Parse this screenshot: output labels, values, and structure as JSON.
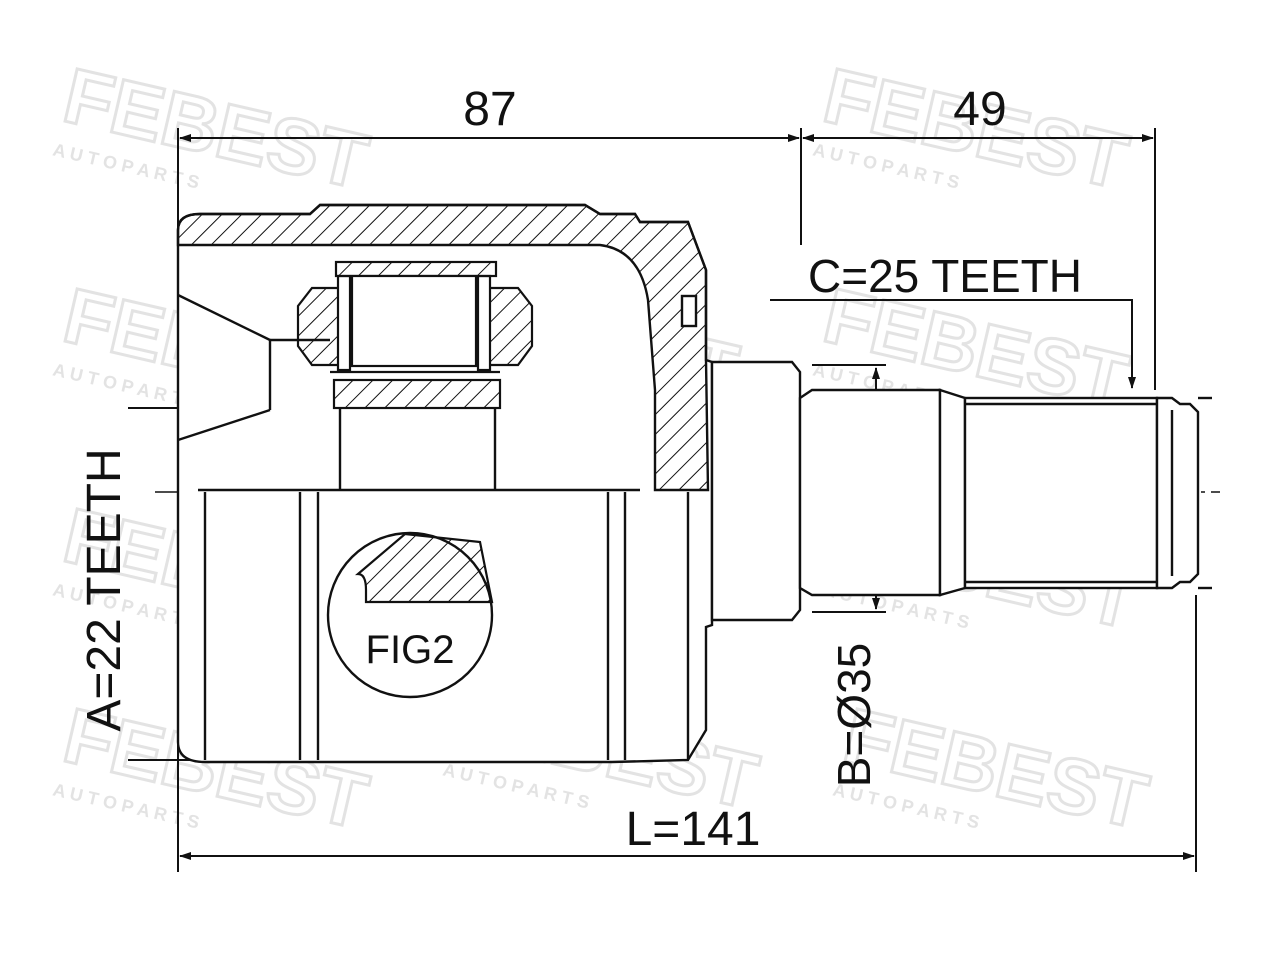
{
  "watermark": {
    "brand": "FEBEST",
    "tagline": "A U T O   P A R T S",
    "color": "#e3e3e3"
  },
  "dimensions": {
    "housing_length": "87",
    "stub_length": "49",
    "total_length": "L=141",
    "outer_spline": "C=25 TEETH",
    "inner_spline": "A=22 TEETH",
    "seal_diameter": "B=Ø35"
  },
  "callouts": {
    "detail": "FIG2"
  },
  "colors": {
    "line": "#111111",
    "background": "#ffffff"
  }
}
